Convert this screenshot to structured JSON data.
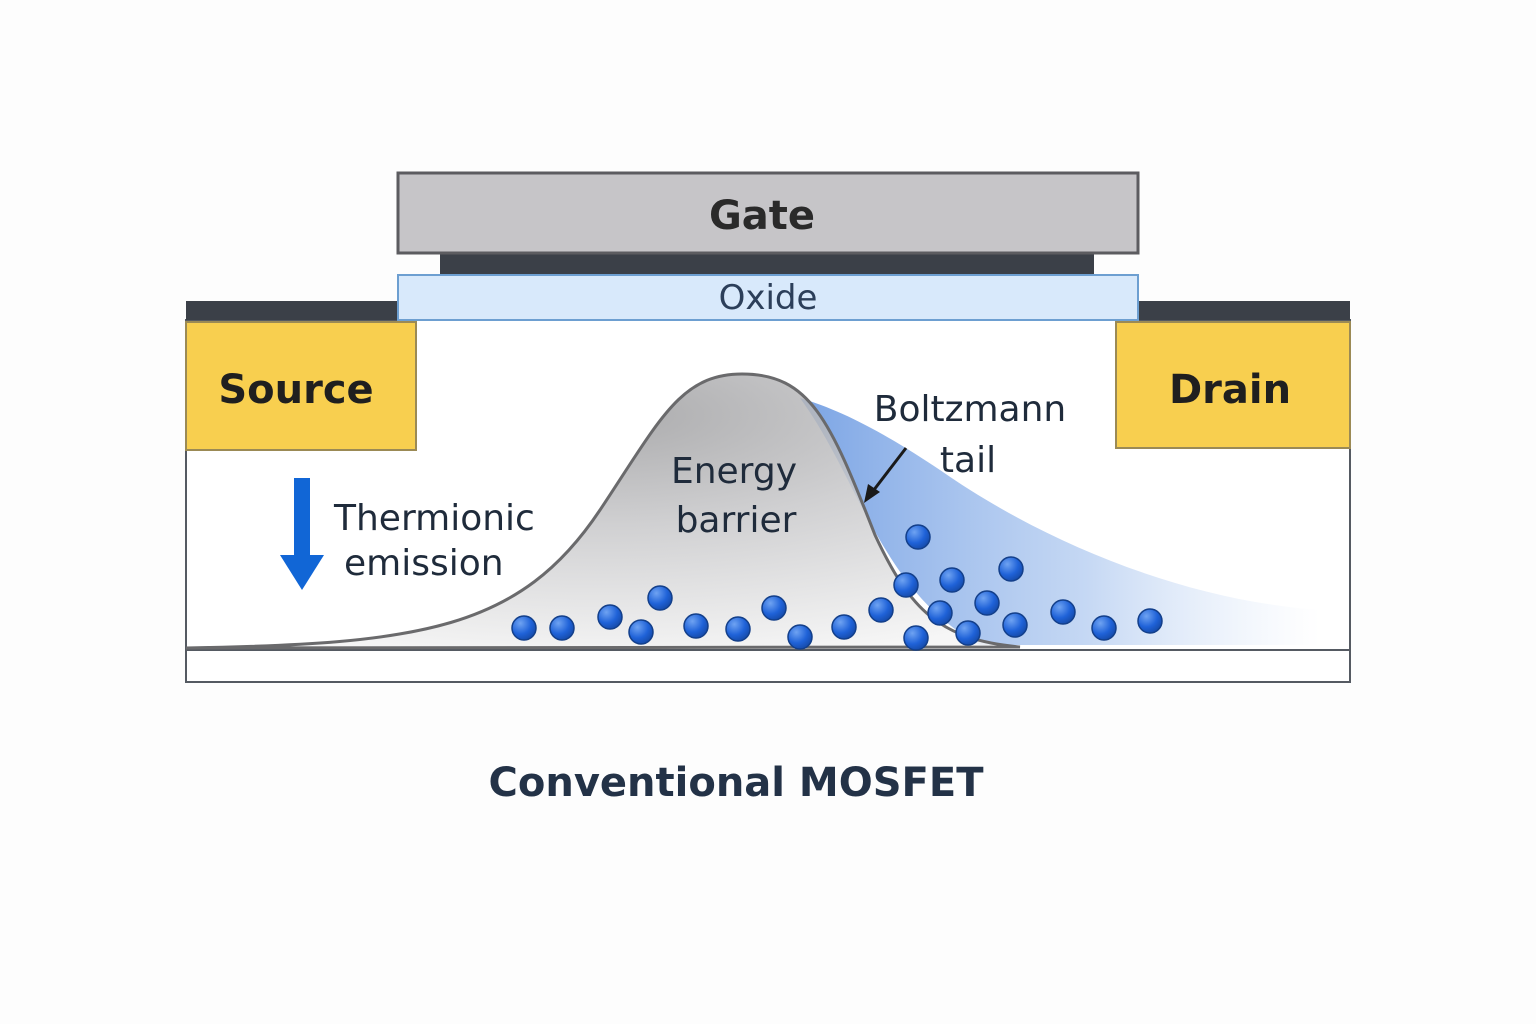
{
  "labels": {
    "gate": "Gate",
    "oxide": "Oxide",
    "source": "Source",
    "drain": "Drain",
    "barrier_line1": "Energy",
    "barrier_line2": "barrier",
    "tail_line1": "Boltzmann",
    "tail_line2": "tail",
    "emission_line1": "Thermionic",
    "emission_line2": "emission"
  },
  "caption": "Conventional MOSFET",
  "icons": {
    "emission_arrow": "down-arrow-icon",
    "tail_pointer": "pointer-arrow-icon",
    "carrier": "electron-dot-icon"
  },
  "colors": {
    "gate": "#c6c5c8",
    "oxide": "#d8e9fb",
    "contact": "#f8cf4f",
    "electron": "#1f62d8",
    "tail": "#4f86dc",
    "arrow": "#1166d6"
  }
}
